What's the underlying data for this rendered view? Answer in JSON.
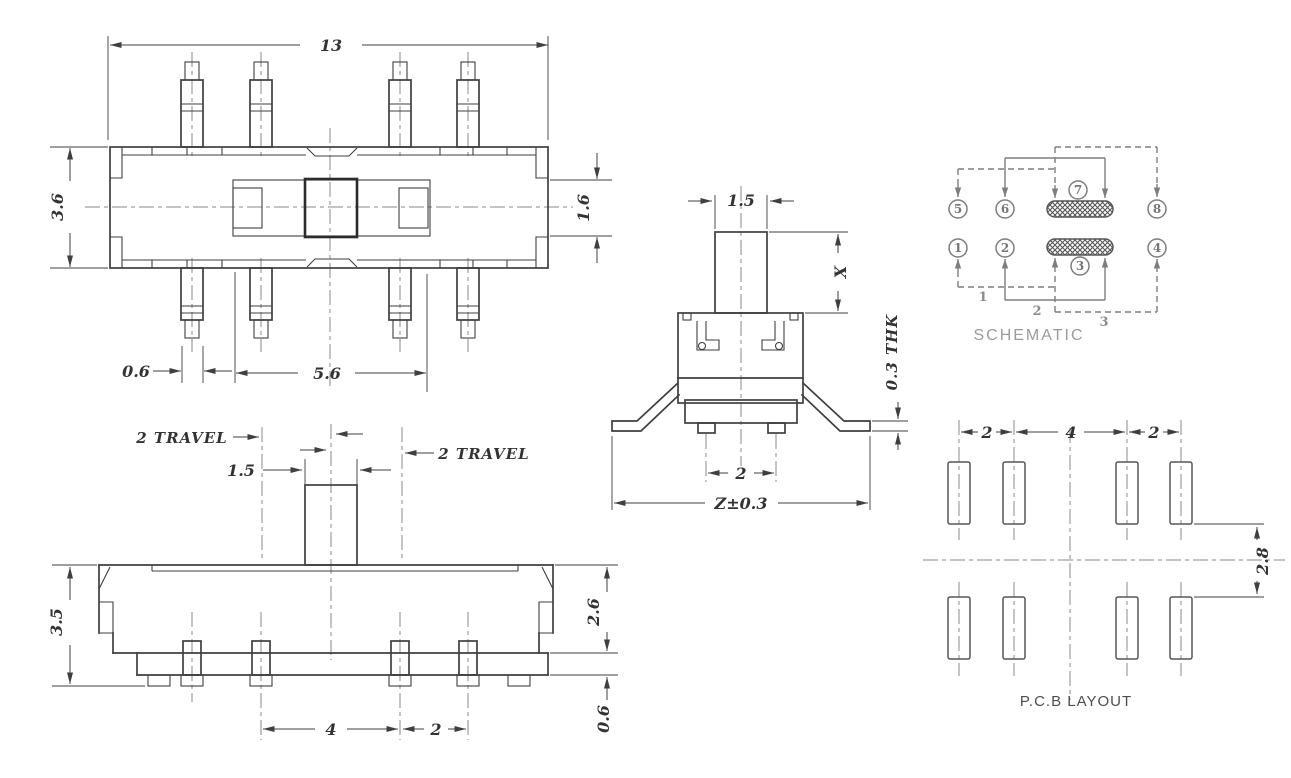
{
  "colors": {
    "background": "#ffffff",
    "line": "#3f3f3f",
    "centerline": "#8a8a8a",
    "schematic_line": "#7e7e7e",
    "hatch": "#565656",
    "dimension_text": "#333333",
    "schematic_title_text": "#9b9b9b",
    "pcb_title_text": "#4d4d4d"
  },
  "drawing": {
    "top_view": {
      "width": "13",
      "height": "3.6",
      "slot": "1.6",
      "pin_width": "0.6",
      "pin_span": "5.6"
    },
    "front_view": {
      "travel_left": "2 TRAVEL",
      "travel_right": "2 TRAVEL",
      "knob_width": "1.5",
      "height": "3.5",
      "body_height": "2.6",
      "foot": "0.6",
      "pitch_wide": "4",
      "pitch_narrow": "2"
    },
    "side_view": {
      "knob_width": "1.5",
      "knob_height": "X",
      "lead_thickness": "0.3 THK",
      "foot_pitch": "2",
      "overall": "Z±0.3"
    },
    "schematic": {
      "title": "SCHEMATIC",
      "pins": [
        "1",
        "2",
        "3",
        "4",
        "5",
        "6",
        "7",
        "8"
      ],
      "positions": [
        "1",
        "2",
        "3"
      ]
    },
    "pcb": {
      "title": "P.C.B LAYOUT",
      "pitch_left": "2",
      "pitch_center": "4",
      "pitch_right": "2",
      "row_spacing": "2.8"
    }
  }
}
